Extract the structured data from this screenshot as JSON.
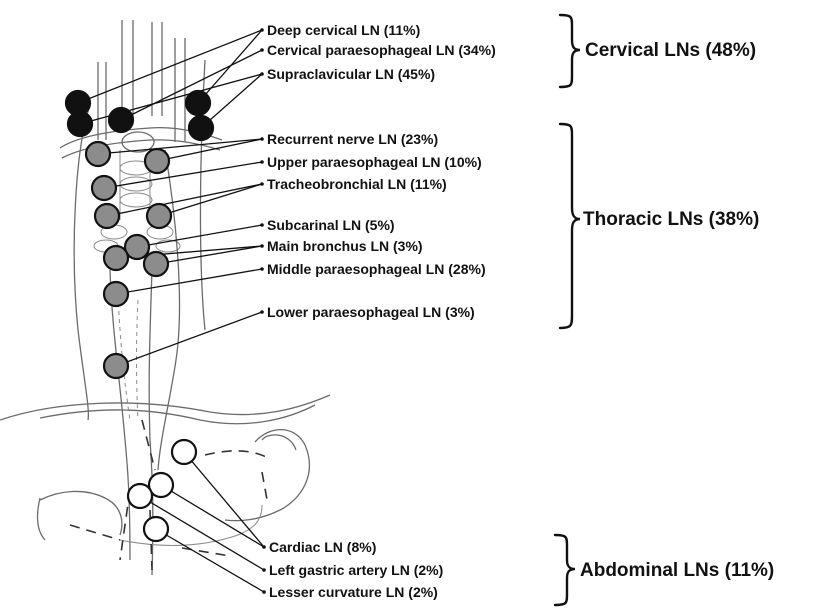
{
  "groups": {
    "cervical": "Cervical LNs (48%)",
    "thoracic": "Thoracic LNs (38%)",
    "abdominal": "Abdominal LNs (11%)"
  },
  "labels": {
    "deep_cervical": "Deep cervical LN (11%)",
    "cervical_paraesophageal": "Cervical paraesophageal LN (34%)",
    "supraclavicular": "Supraclavicular LN (45%)",
    "recurrent_nerve": "Recurrent nerve LN (23%)",
    "upper_paraesophageal": "Upper paraesophageal LN (10%)",
    "tracheobronchial": "Tracheobronchial LN (11%)",
    "subcarinal": "Subcarinal LN (5%)",
    "main_bronchus": "Main bronchus LN (3%)",
    "middle_paraesophageal": "Middle paraesophageal LN (28%)",
    "lower_paraesophageal": "Lower paraesophageal LN (3%)",
    "cardiac": "Cardiac LN (8%)",
    "left_gastric_artery": "Left gastric artery LN (2%)",
    "lesser_curvature": "Lesser curvature LN (2%)"
  },
  "colors": {
    "cervical_node": "#111111",
    "thoracic_node": "#8c8c8c",
    "abdominal_node": "#ffffff",
    "outline": "#111111"
  }
}
